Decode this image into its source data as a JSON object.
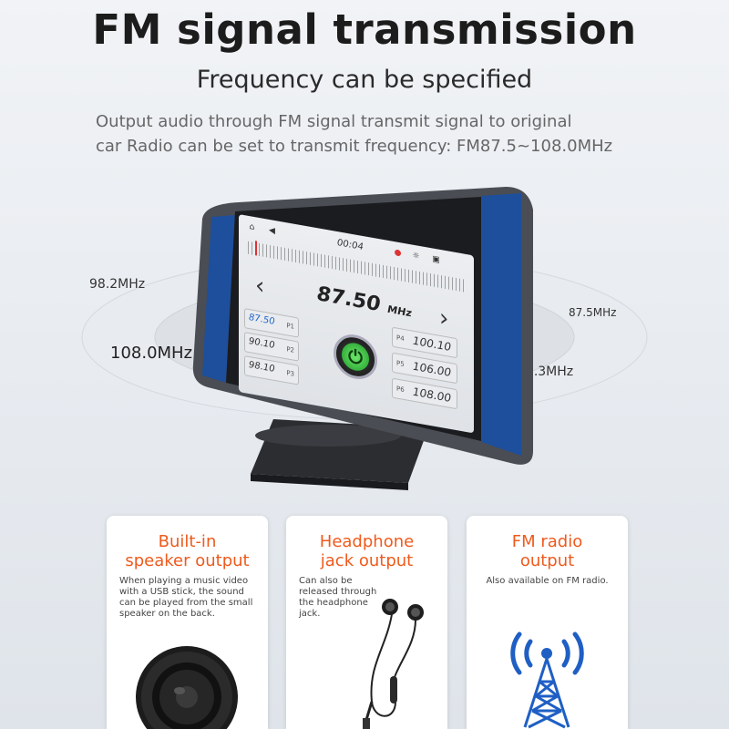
{
  "header": {
    "title": "FM signal transmission",
    "subtitle": "Frequency can be specified",
    "description_line1": "Output audio through FM signal transmit signal to original",
    "description_line2": "car Radio can be set to transmit frequency: FM87.5~108.0MHz"
  },
  "freq_labels": {
    "top_left": "98.2MHz",
    "mid_left": "108.0MHz",
    "top_right": "87.5MHz",
    "mid_right": "92.3MHz"
  },
  "screen": {
    "time": "00:04",
    "current_frequency": "87.50",
    "current_unit": "MHz",
    "prev_arrow": "‹",
    "next_arrow": "›",
    "presets_left": [
      {
        "value": "87.50",
        "label": "P1"
      },
      {
        "value": "90.10",
        "label": "P2"
      },
      {
        "value": "98.10",
        "label": "P3"
      }
    ],
    "presets_right": [
      {
        "value": "100.10",
        "label": "P4"
      },
      {
        "value": "106.00",
        "label": "P5"
      },
      {
        "value": "108.00",
        "label": "P6"
      }
    ]
  },
  "cards": [
    {
      "title_line1": "Built-in",
      "title_line2": "speaker output",
      "text": "When playing a music video with a USB stick, the sound can be played from the small speaker on the back.",
      "icon": "speaker-icon"
    },
    {
      "title_line1": "Headphone",
      "title_line2": "jack output",
      "text": "Can also be released through the headphone jack.",
      "icon": "earphones-icon"
    },
    {
      "title_line1": "FM radio",
      "title_line2": "output",
      "text": "Also available on FM radio.",
      "icon": "radio-tower-icon"
    }
  ],
  "colors": {
    "accent_orange": "#ef5a1c",
    "device_blue": "#1e4f9c",
    "active_preset_blue": "#2266cc",
    "power_green": "#2fbf3a"
  }
}
